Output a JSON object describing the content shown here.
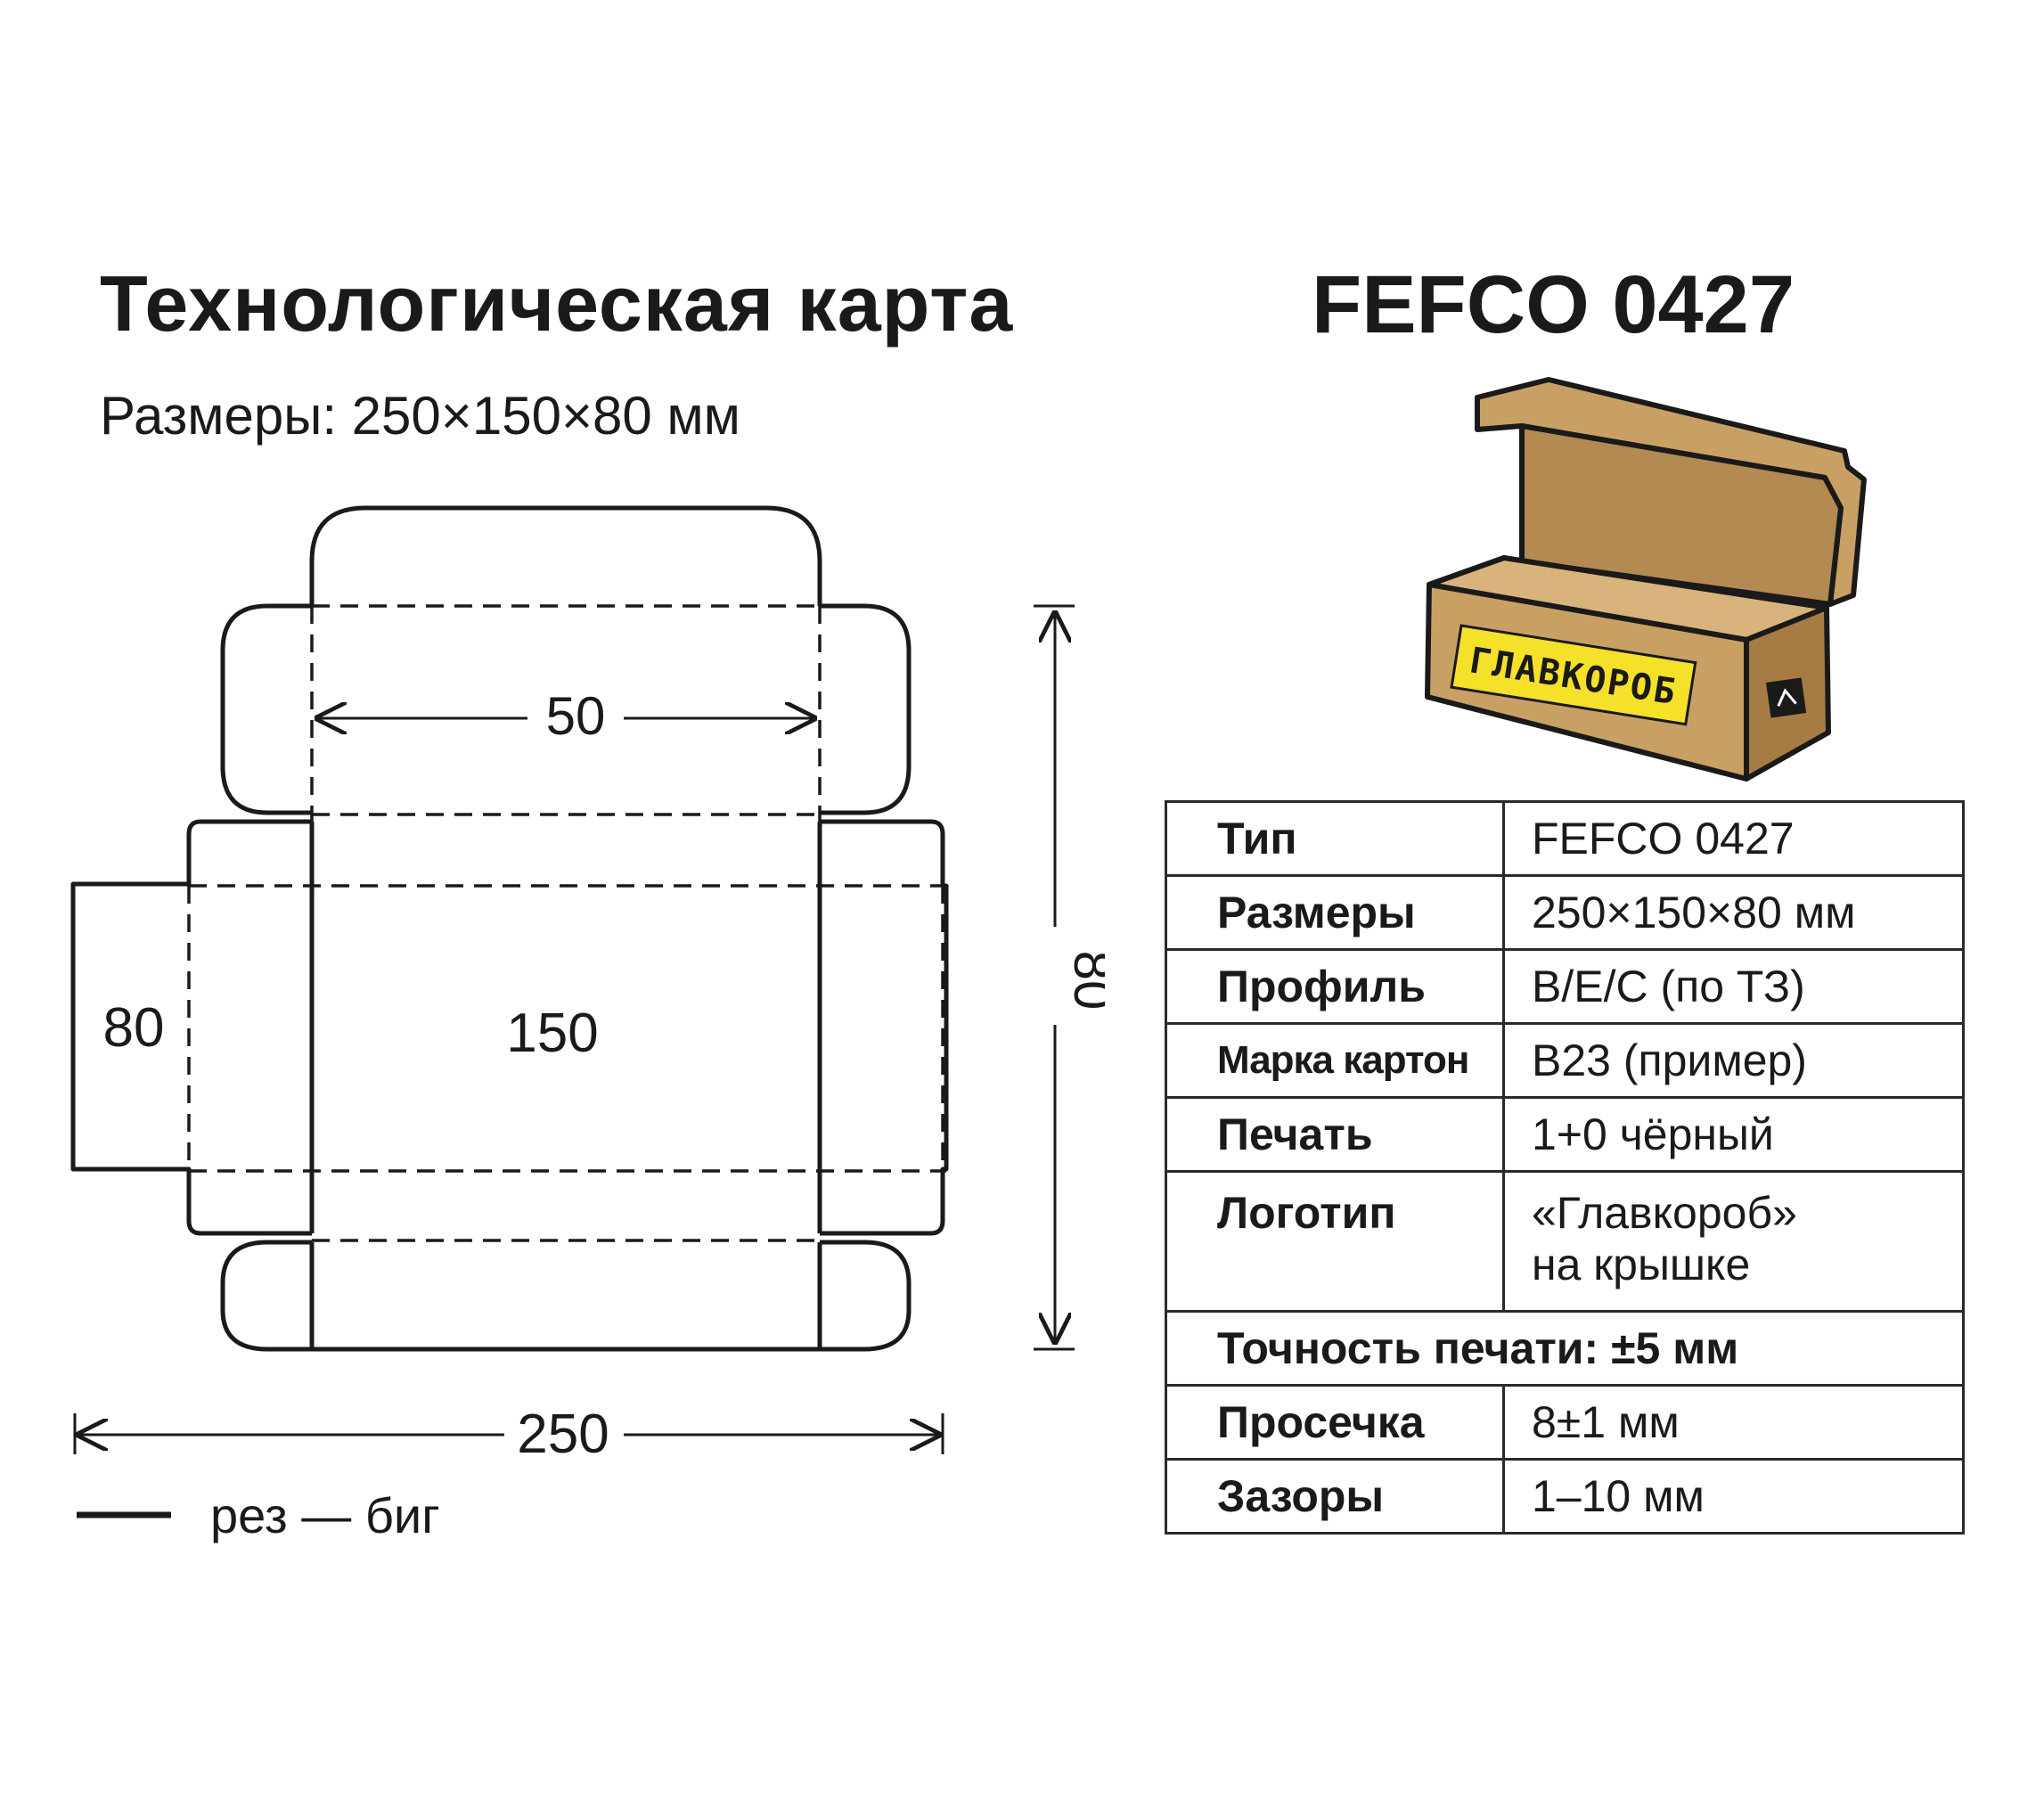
{
  "header": {
    "title": "Технологическая карта",
    "model": "FEFCO 0427",
    "dimensions": "Размеры: 250×150×80 мм"
  },
  "dieline": {
    "label_width_top": "50",
    "label_center": "150",
    "label_side": "80",
    "label_height": "80",
    "label_bottom": "250",
    "stroke_color": "#1a1a1a"
  },
  "box_logo": {
    "text": "ГЛАВКОРОБ",
    "colors": {
      "cardboard": "#c9a064",
      "cardboard_dark": "#a77c44",
      "logo_bg": "#f5e02a",
      "outline": "#1a1a1a"
    }
  },
  "spec": {
    "rows": [
      {
        "key": "Тип",
        "value": "FEFCO 0427"
      },
      {
        "key": "Размеры",
        "value": "250×150×80 мм"
      },
      {
        "key": "Профиль",
        "value": "B/E/C (по ТЗ)"
      },
      {
        "key": "Марка картон",
        "value": "B23 (пример)"
      },
      {
        "key": "Печать",
        "value": "1+0 чёрный"
      },
      {
        "key": "Логотип",
        "value_line1": "«Главкороб»",
        "value_line2": "на крышке"
      },
      {
        "full": "Точность печати: ±5 мм"
      },
      {
        "key": "Просечка",
        "value": "8±1 мм"
      },
      {
        "key": "Зазоры",
        "value": "1–10 мм"
      }
    ]
  },
  "legend": {
    "text": "рез — биг"
  }
}
